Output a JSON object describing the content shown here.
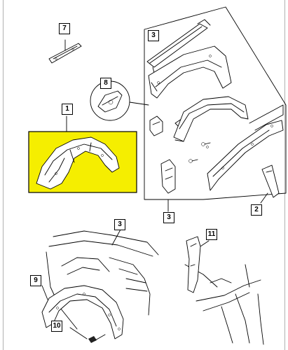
{
  "callouts": {
    "c1": "1",
    "c2": "2",
    "c3a": "3",
    "c3b": "3",
    "c3c": "3",
    "c7": "7",
    "c8": "8",
    "c9": "9",
    "c10": "10",
    "c11": "11"
  },
  "colors": {
    "highlight": "#f5ee00",
    "line": "#000000",
    "frame": "#b0b0b0"
  }
}
